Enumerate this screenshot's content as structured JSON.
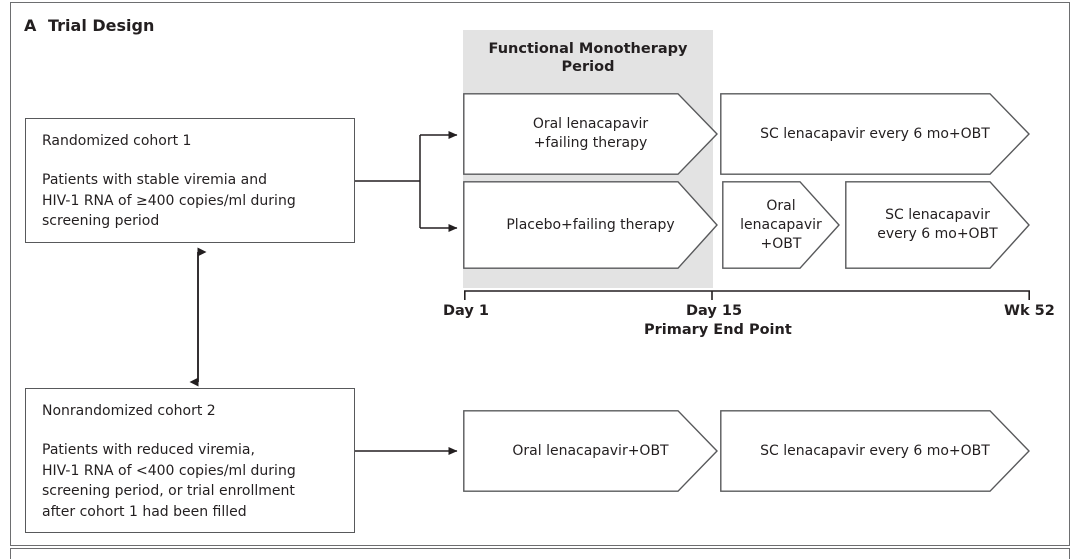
{
  "panel": {
    "letter": "A",
    "title": "Trial Design"
  },
  "band": {
    "title": "Functional Monotherapy\nPeriod",
    "color": "#e3e3e3"
  },
  "cohorts": [
    {
      "id": "cohort-1",
      "heading": "Randomized cohort 1",
      "body": "Patients with stable viremia and\nHIV-1 RNA of ≥400 copies/ml during\n    screening period"
    },
    {
      "id": "cohort-2",
      "heading": "Nonrandomized cohort 2",
      "body": "Patients with reduced viremia,\nHIV-1 RNA of <400 copies/ml during\nscreening period, or trial enrollment\nafter cohort 1 had been filled"
    }
  ],
  "arms": {
    "cohort1_row1_step1": "Oral lenacapavir\n+failing therapy",
    "cohort1_row1_step2": "SC lenacapavir every 6 mo+OBT",
    "cohort1_row2_step1": "Placebo+failing therapy",
    "cohort1_row2_step2": "Oral\nlenacapavir\n+OBT",
    "cohort1_row2_step3": "SC lenacapavir\nevery 6 mo+OBT",
    "cohort2_step1": "Oral lenacapavir+OBT",
    "cohort2_step2": "SC lenacapavir every 6 mo+OBT"
  },
  "timeline": {
    "ticks": [
      {
        "label": "Day 1"
      },
      {
        "label": "Day 15"
      },
      {
        "label": "Wk 52"
      }
    ],
    "annotation": "Primary End Point"
  },
  "colors": {
    "stroke": "#58595b",
    "text": "#231f20",
    "band": "#e3e3e3",
    "frame": "#6d6e70"
  }
}
